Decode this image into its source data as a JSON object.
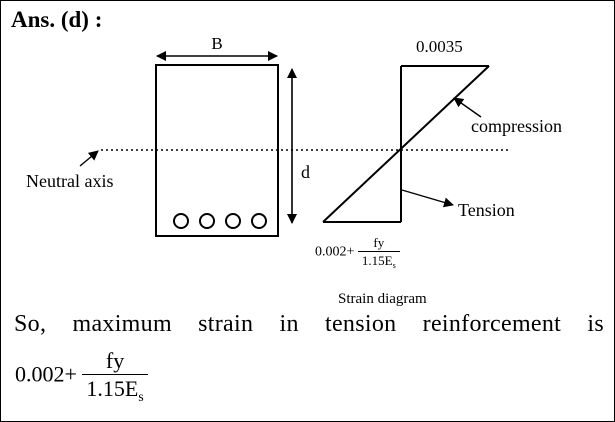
{
  "answer_label": "Ans. (d) :",
  "labels": {
    "width": "B",
    "depth": "d",
    "neutral_axis": "Neutral axis",
    "top_strain": "0.0035",
    "compression": "compression",
    "tension": "Tension",
    "strain_diagram": "Strain diagram"
  },
  "formula": {
    "prefix": "0.002",
    "plus": "+",
    "numerator": "fy",
    "denominator_main": "1.15E",
    "denominator_sub": "s"
  },
  "sentence": "So, maximum strain in tension reinforcement is",
  "reinforcement_bars": [
    "bar-1",
    "bar-2",
    "bar-3",
    "bar-4"
  ]
}
